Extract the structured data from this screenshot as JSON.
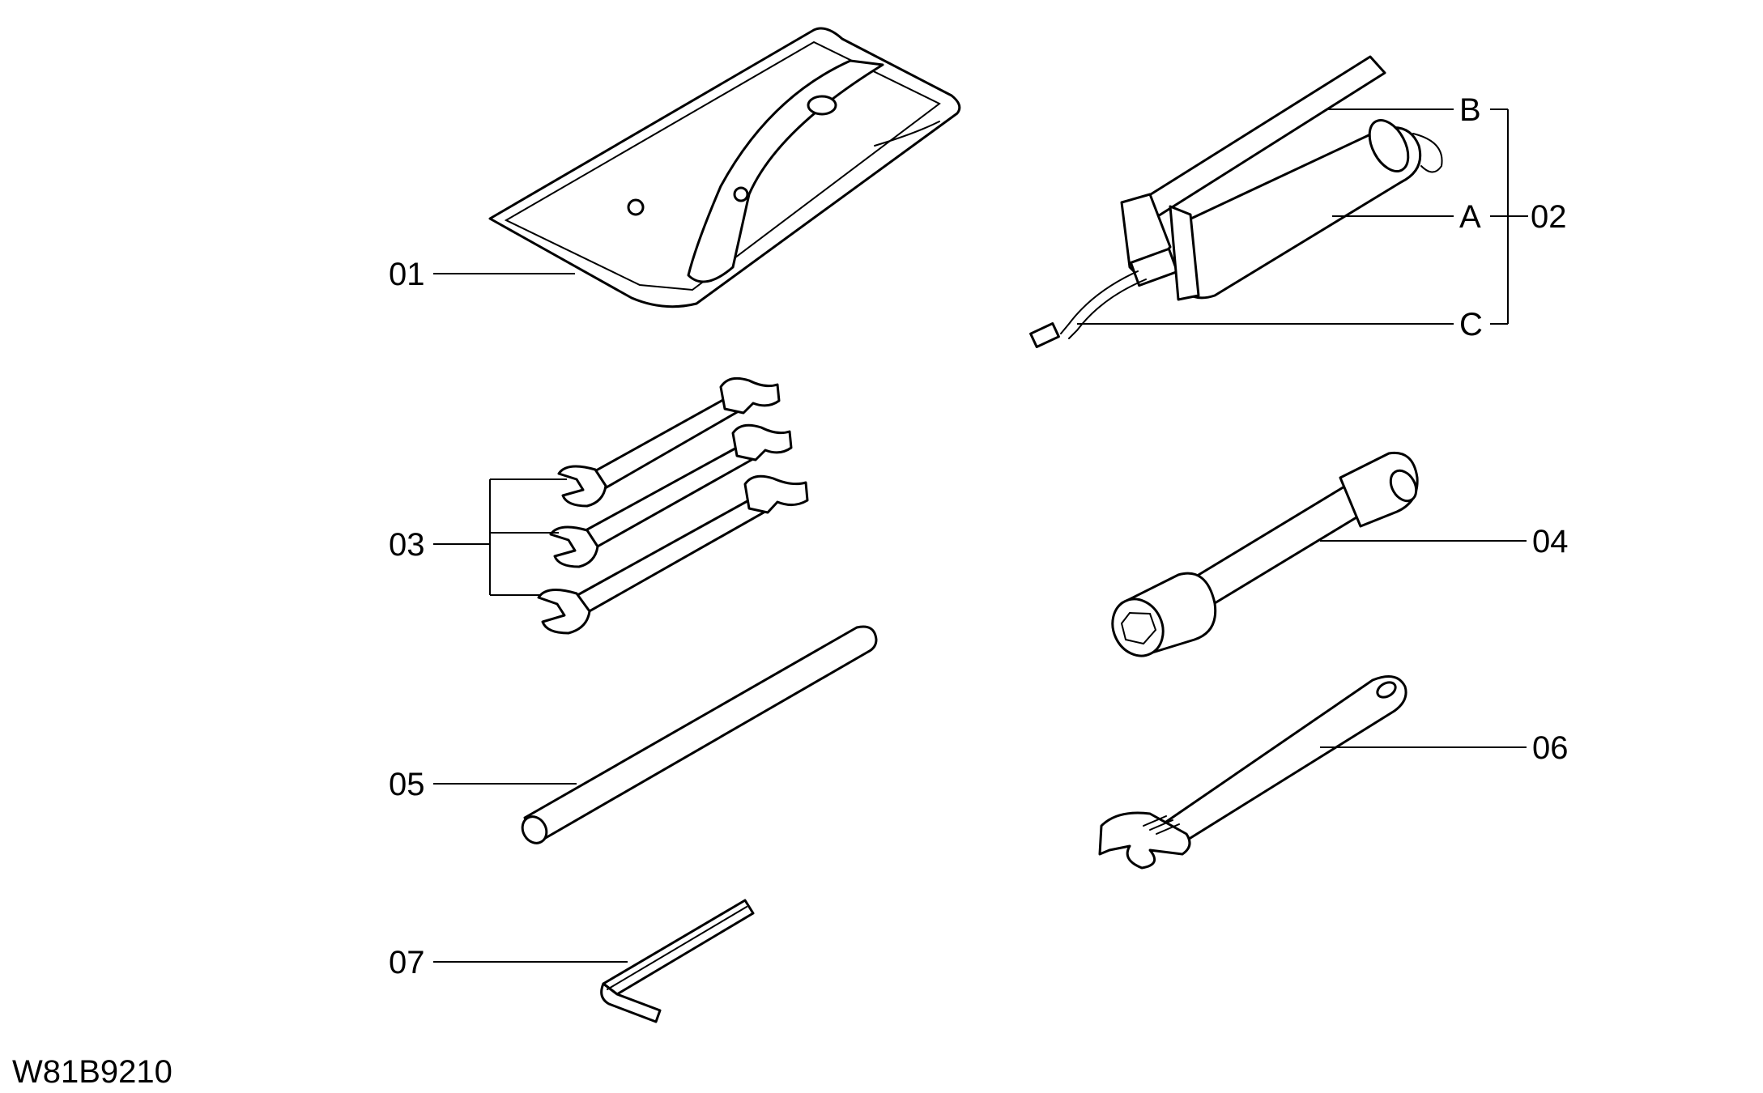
{
  "diagram_code": "W81B9210",
  "callouts": {
    "item01": "01",
    "item02": "02",
    "item02_a": "A",
    "item02_b": "B",
    "item02_c": "C",
    "item03": "03",
    "item04": "04",
    "item05": "05",
    "item06": "06",
    "item07": "07"
  },
  "colors": {
    "ink": "#000000",
    "paper": "#ffffff"
  }
}
